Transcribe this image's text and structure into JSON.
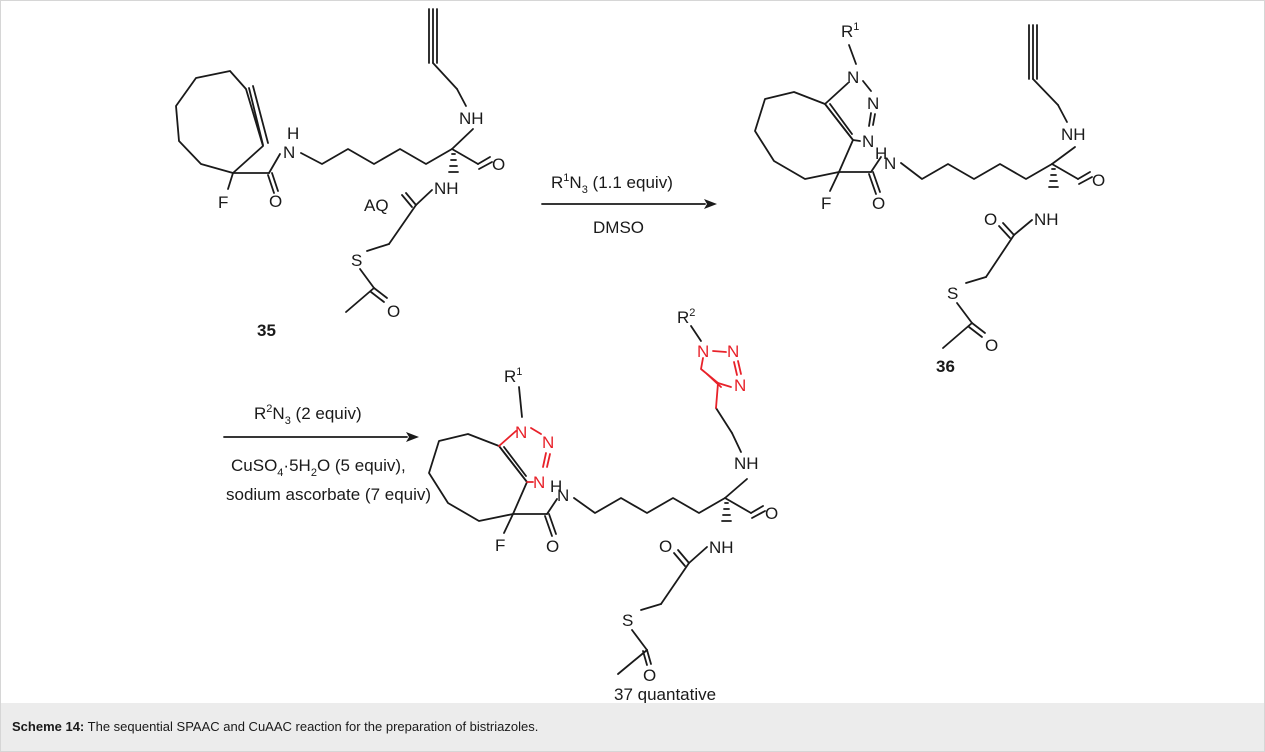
{
  "figure": {
    "caption_label": "Scheme 14:",
    "caption_text": " The sequential SPAAC and CuAAC reaction for the preparation of bistriazoles."
  },
  "compounds": {
    "c35": {
      "number": "35"
    },
    "c36": {
      "number": "36"
    },
    "c37": {
      "number": "37",
      "yield": " quantative"
    }
  },
  "atoms": {
    "N": "N",
    "H": "H",
    "NH": "NH",
    "O": "O",
    "F": "F",
    "S": "S",
    "AQ": "AQ",
    "R": "R",
    "sup1": "1",
    "sup2": "2"
  },
  "step1": {
    "reagent_prefix": "R",
    "reagent_sup": "1",
    "reagent_rest": "N",
    "reagent_sub": "3",
    "reagent_equiv": " (1.1 equiv)",
    "solvent": "DMSO"
  },
  "step2": {
    "reagent_prefix": "R",
    "reagent_sup": "2",
    "reagent_rest": "N",
    "reagent_sub": "3",
    "reagent_equiv": " (2 equiv)",
    "cat_a": "CuSO",
    "cat_sub": "4",
    "cat_b": "·5H",
    "cat_sub2": "2",
    "cat_c": "O (5 equiv),",
    "additive": "sodium ascorbate (7 equiv)"
  },
  "colors": {
    "new_triazole": "#e8222a",
    "caption_bg": "#ececec",
    "bond": "#1a1a1a"
  }
}
